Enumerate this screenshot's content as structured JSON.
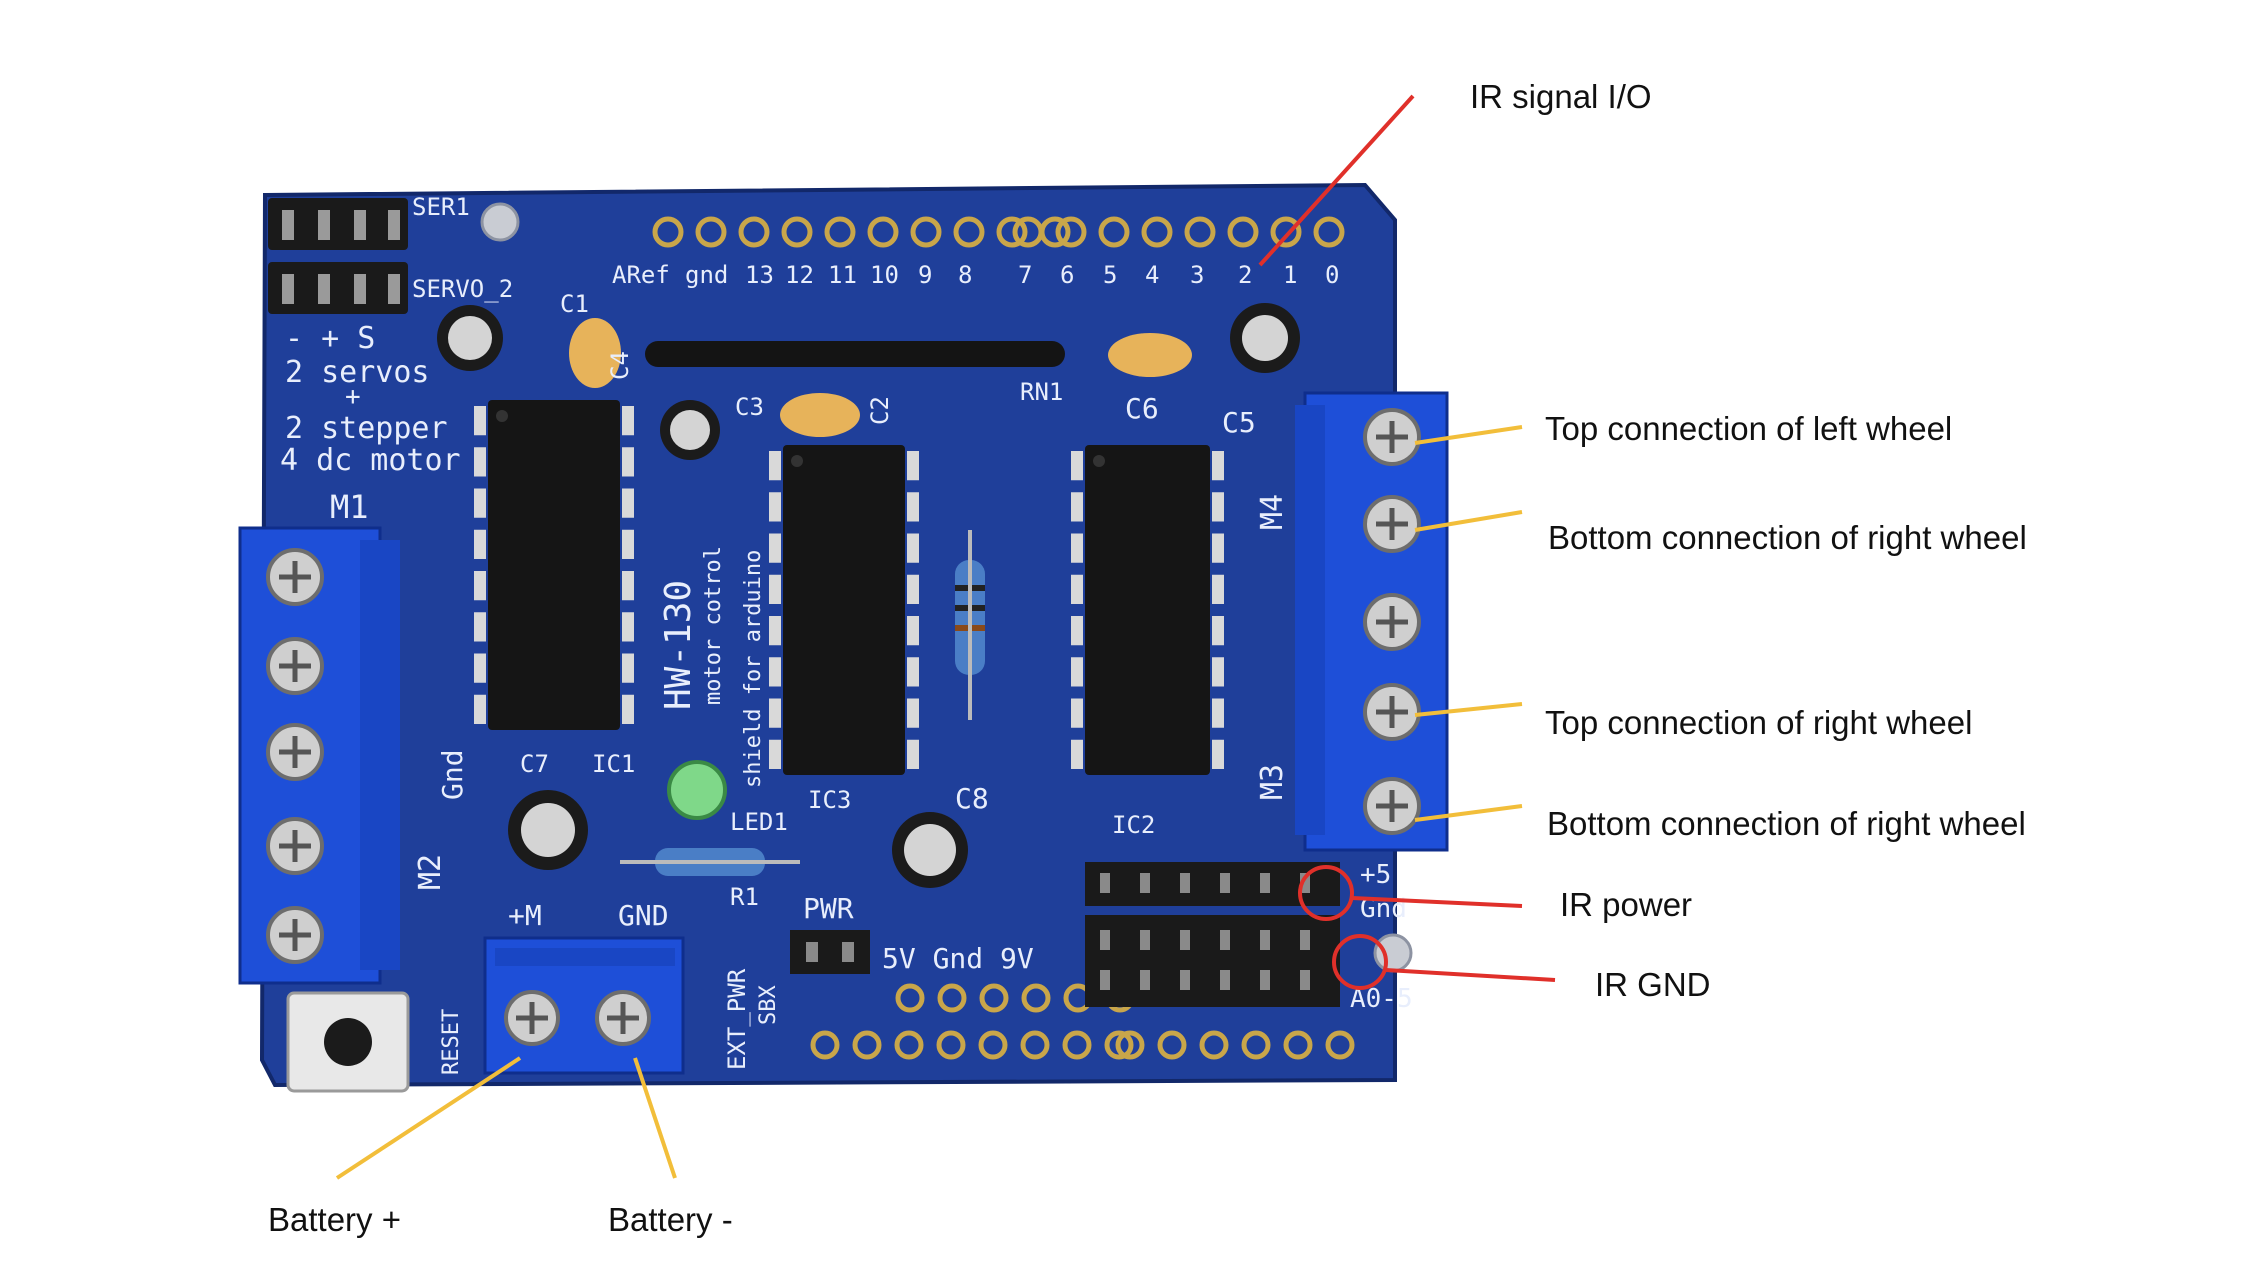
{
  "colors": {
    "board": "#1f3f9a",
    "board_dark": "#16307d",
    "silkscreen": "#e8eefc",
    "terminal": "#1e4fd8",
    "chip": "#151515",
    "pin": "#d9d9d9",
    "leader_red": "#e0302a",
    "leader_yellow": "#f2be3a",
    "capacitor_yellow": "#e7b35a"
  },
  "annotations": {
    "ir_signal": "IR signal I/O",
    "top_left_wheel": "Top connection of left wheel",
    "bottom_right_wheel_1": "Bottom connection of right wheel",
    "top_right_wheel": "Top connection of right wheel",
    "bottom_right_wheel_2": "Bottom connection of right wheel",
    "ir_power": "IR power",
    "ir_gnd": "IR GND",
    "battery_plus": "Battery +",
    "battery_minus": "Battery -"
  },
  "board": {
    "ser1": "SER1",
    "servo2": "SERVO_2",
    "servo_pins": "- + S",
    "feature_1": "2 servos",
    "feature_2": "+",
    "feature_3": "2 stepper",
    "feature_4": "4 dc motor",
    "m1": "M1",
    "m2": "M2",
    "m3": "M3",
    "m4": "M4",
    "aref": "ARef",
    "gnd_header": "gnd",
    "digital_pins": [
      "13",
      "12",
      "11",
      "10",
      "9",
      "8",
      "7",
      "6",
      "5",
      "4",
      "3",
      "2",
      "1",
      "0"
    ],
    "c1": "C1",
    "c2": "C2",
    "c3": "C3",
    "c4": "C4",
    "c5": "C5",
    "c6": "C6",
    "c7": "C7",
    "c8": "C8",
    "rn1": "RN1",
    "ic1": "IC1",
    "ic2": "IC2",
    "ic3": "IC3",
    "model": "HW-130",
    "sub1": "motor cotrol",
    "sub2": "shield for arduino",
    "led1": "LED1",
    "r1": "R1",
    "gnd_left": "Gnd",
    "plus_m": "+M",
    "gnd_term": "GND",
    "reset": "RESET",
    "ext_pwr": "EXT_PWR",
    "sbx": "SBX",
    "pwr": "PWR",
    "power_pins": "5V Gnd 9V",
    "plus5": "+5",
    "gnd_right": "Gnd",
    "a0_5": "A0-5"
  }
}
